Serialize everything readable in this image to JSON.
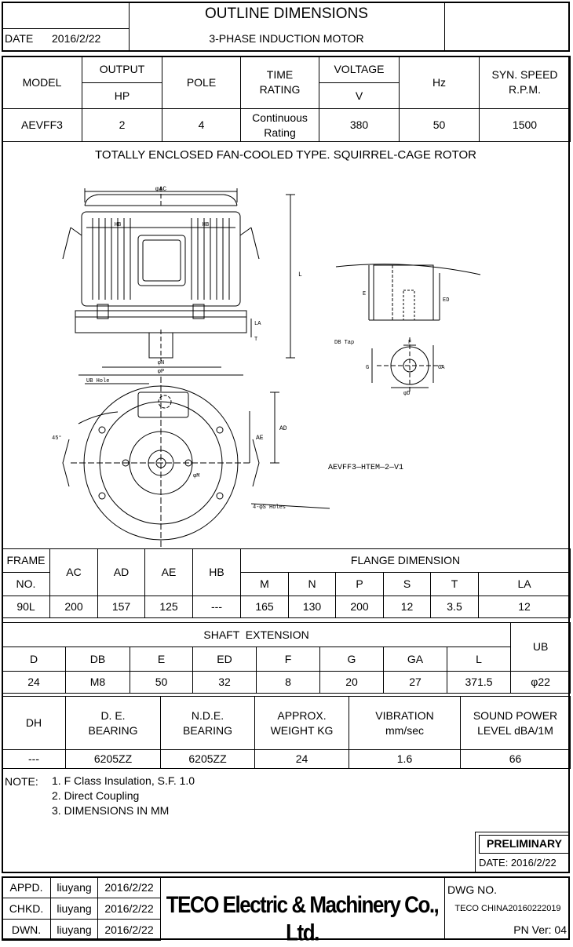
{
  "header": {
    "title": "OUTLINE DIMENSIONS",
    "subtitle": "3-PHASE INDUCTION MOTOR",
    "date_label": "DATE",
    "date_value": "2016/2/22"
  },
  "spec": {
    "model_label": "MODEL",
    "output_label": "OUTPUT",
    "output_unit": "HP",
    "pole_label": "POLE",
    "time_label": "TIME RATING",
    "voltage_label": "VOLTAGE",
    "voltage_unit": "V",
    "hz_label": "Hz",
    "speed_label": "SYN. SPEED R.P.M.",
    "model": "AEVFF3",
    "output": "2",
    "pole": "4",
    "time_rating": "Continuous Rating",
    "voltage": "380",
    "hz": "50",
    "speed": "1500"
  },
  "drawing": {
    "caption": "TOTALLY ENCLOSED FAN-COOLED TYPE. SQUIRREL-CAGE ROTOR",
    "model_code": "AEVFF3—HTEM—2—V1",
    "labels": {
      "ac": "φAC",
      "hb": "HB",
      "l": "L",
      "la": "LA",
      "t": "T",
      "n": "φN",
      "p": "φP",
      "ub": "UB Hole",
      "ae": "AE",
      "ad": "AD",
      "s": "4-φS Holes",
      "m": "φM",
      "angle": "45°",
      "e": "E",
      "ed": "ED",
      "db": "DB Tap",
      "f": "F",
      "g": "G",
      "ga": "GA",
      "d": "φD"
    }
  },
  "frame_table": {
    "frame_label": "FRAME",
    "no_label": "NO.",
    "headers": [
      "AC",
      "AD",
      "AE",
      "HB"
    ],
    "flange_label": "FLANGE DIMENSION",
    "flange_headers": [
      "M",
      "N",
      "P",
      "S",
      "T",
      "LA"
    ],
    "values": [
      "90L",
      "200",
      "157",
      "125",
      "---",
      "165",
      "130",
      "200",
      "12",
      "3.5",
      "12"
    ]
  },
  "shaft_table": {
    "title": "SHAFT  EXTENSION",
    "headers": [
      "D",
      "DB",
      "E",
      "ED",
      "F",
      "G",
      "GA",
      "L"
    ],
    "ub_label": "UB",
    "values": [
      "24",
      "M8",
      "50",
      "32",
      "8",
      "20",
      "27",
      "371.5",
      "φ22"
    ]
  },
  "misc_table": {
    "headers": [
      "DH",
      "D. E. BEARING",
      "N.D.E. BEARING",
      "APPROX. WEIGHT KG",
      "VIBRATION mm/sec",
      "SOUND POWER LEVEL dBA/1M"
    ],
    "values": [
      "---",
      "6205ZZ",
      "6205ZZ",
      "24",
      "1.6",
      "66"
    ]
  },
  "notes": {
    "label": "NOTE:",
    "items": [
      "1. F Class Insulation, S.F. 1.0",
      "2. Direct Coupling",
      "3. DIMENSIONS IN MM"
    ]
  },
  "preliminary": {
    "label": "PRELIMINARY",
    "date": "DATE: 2016/2/22"
  },
  "footer": {
    "rows": [
      {
        "role": "APPD.",
        "name": "liuyang",
        "date": "2016/2/22"
      },
      {
        "role": "CHKD.",
        "name": "liuyang",
        "date": "2016/2/22"
      },
      {
        "role": "DWN.",
        "name": "liuyang",
        "date": "2016/2/22"
      }
    ],
    "company": "TECO Electric & Machinery Co., Ltd.",
    "dwg_label": "DWG NO.",
    "dwg_no": "TECO CHINA20160222019",
    "pn_ver": "PN Ver: 04"
  }
}
